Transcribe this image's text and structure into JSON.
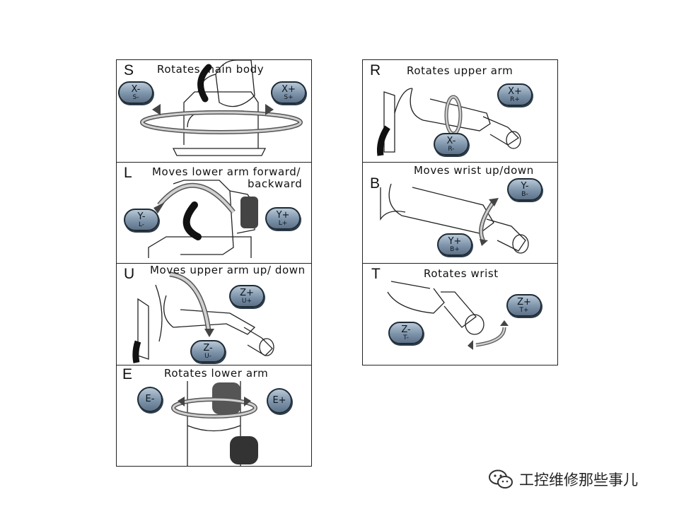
{
  "panels": {
    "s": {
      "letter": "S",
      "caption": "Rotates main body",
      "keys": {
        "left": {
          "top": "X-",
          "bottom": "S-"
        },
        "right": {
          "top": "X+",
          "bottom": "S+"
        }
      }
    },
    "l": {
      "letter": "L",
      "caption_line1": "Moves lower arm forward/",
      "caption_line2": "backward",
      "keys": {
        "left": {
          "top": "Y-",
          "bottom": "L-"
        },
        "right": {
          "top": "Y+",
          "bottom": "L+"
        }
      }
    },
    "u": {
      "letter": "U",
      "caption": "Moves upper arm up/ down",
      "keys": {
        "plus": {
          "top": "Z+",
          "bottom": "U+"
        },
        "minus": {
          "top": "Z-",
          "bottom": "U-"
        }
      }
    },
    "e": {
      "letter": "E",
      "caption": "Rotates lower arm",
      "keys": {
        "left": {
          "label": "E-"
        },
        "right": {
          "label": "E+"
        }
      }
    },
    "r": {
      "letter": "R",
      "caption": "Rotates upper arm",
      "keys": {
        "plus": {
          "top": "X+",
          "bottom": "R+"
        },
        "minus": {
          "top": "X-",
          "bottom": "R-"
        }
      }
    },
    "b": {
      "letter": "B",
      "caption": "Moves wrist up/down",
      "keys": {
        "minus": {
          "top": "Y-",
          "bottom": "B-"
        },
        "plus": {
          "top": "Y+",
          "bottom": "B+"
        }
      }
    },
    "t": {
      "letter": "T",
      "caption": "Rotates wrist",
      "keys": {
        "plus": {
          "top": "Z+",
          "bottom": "T+"
        },
        "minus": {
          "top": "Z-",
          "bottom": "T-"
        }
      }
    }
  },
  "watermark": {
    "text": "工控维修那些事儿",
    "icon": "wechat-icon"
  },
  "colors": {
    "key_fill": "#7d93a9",
    "key_border": "#1f2b36",
    "line": "#222222",
    "arrow_fill": "#c8c8c8"
  }
}
